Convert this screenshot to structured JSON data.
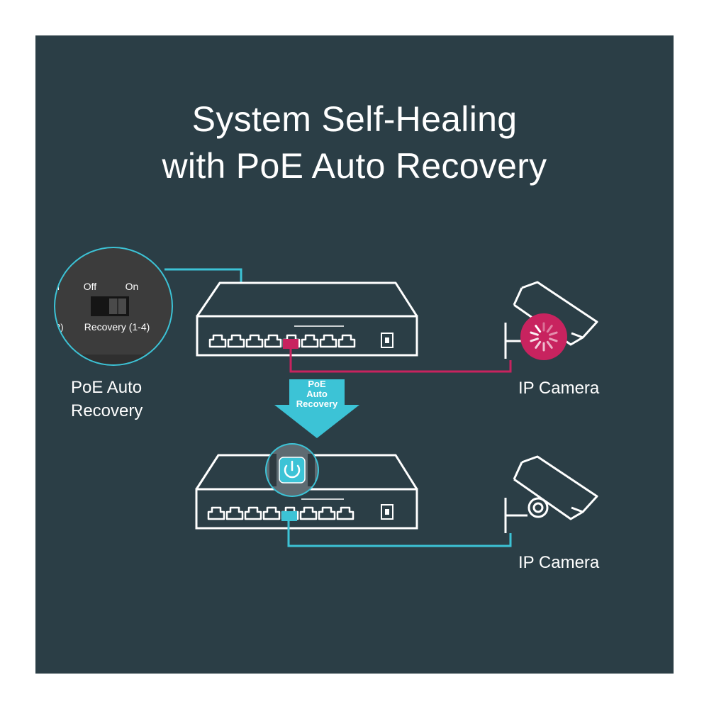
{
  "title": {
    "line1": "System Self-Healing",
    "line2": "with PoE Auto Recovery"
  },
  "zoom": {
    "off_label": "Off",
    "on_label": "On",
    "switch_label": "Recovery (1-4)",
    "edge_left_top": "i",
    "edge_left_bottom": "2)"
  },
  "labels": {
    "poe_line1": "PoE Auto",
    "poe_line2": "Recovery",
    "camera_top": "IP Camera",
    "camera_bottom": "IP Camera"
  },
  "badge": {
    "line1": "PoE",
    "line2": "Auto",
    "line3": "Recovery"
  },
  "icons": [
    "dip-switch-zoom",
    "poe-switch-device",
    "ip-camera-icon",
    "loading-spinner-icon",
    "power-restart-icon",
    "down-arrow-icon"
  ],
  "colors": {
    "background": "#2b3e46",
    "link_fault": "#c8235f",
    "link_ok": "#3cc3d6",
    "device_outline": "#ffffff"
  }
}
